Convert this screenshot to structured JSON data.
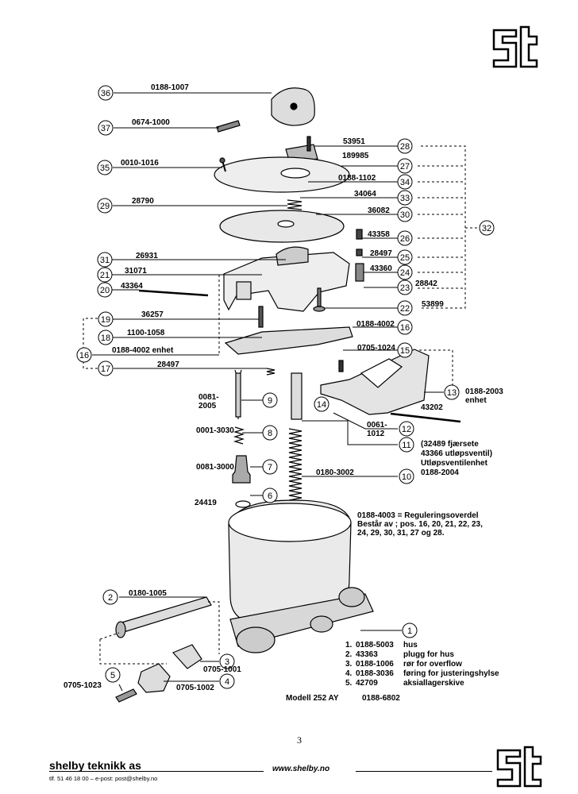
{
  "parts": [
    {
      "num": "36",
      "label": "0188-1007"
    },
    {
      "num": "37",
      "label": "0674-1000"
    },
    {
      "num": "28",
      "label": "53951"
    },
    {
      "num": "27",
      "label": "189985"
    },
    {
      "num": "34",
      "label": "0188-1102"
    },
    {
      "num": "35",
      "label": "0010-1016"
    },
    {
      "num": "33",
      "label": "34064"
    },
    {
      "num": "29",
      "label": "28790"
    },
    {
      "num": "30",
      "label": "36082"
    },
    {
      "num": "32",
      "label": ""
    },
    {
      "num": "26",
      "label": "43358"
    },
    {
      "num": "25",
      "label": "28497"
    },
    {
      "num": "31",
      "label": "26931"
    },
    {
      "num": "21",
      "label": "31071"
    },
    {
      "num": "24",
      "label": "43360"
    },
    {
      "num": "20",
      "label": "43364"
    },
    {
      "num": "23",
      "label": "28842"
    },
    {
      "num": "22",
      "label": "53899"
    },
    {
      "num": "19",
      "label": "36257"
    },
    {
      "num": "18",
      "label": "1100-1058"
    },
    {
      "num": "16",
      "label": "0188-4002"
    },
    {
      "num": "16",
      "label": "0188-4002 enhet"
    },
    {
      "num": "17",
      "label": "28497"
    },
    {
      "num": "15",
      "label": "0705-1024"
    },
    {
      "num": "13",
      "label": "0188-2003 enhet"
    },
    {
      "num": "9",
      "label": "0081-2005"
    },
    {
      "num": "14",
      "label": ""
    },
    {
      "num": "12",
      "label": "0061-1012"
    },
    {
      "num": "8",
      "label": "0001-3030"
    },
    {
      "num": "11",
      "label": "(32489 fjærsete 43366 utløpsventil) Utløpsventilenhet 0188-2004"
    },
    {
      "num": "7",
      "label": "0081-3000"
    },
    {
      "num": "10",
      "label": "0180-3002"
    },
    {
      "num": "6",
      "label": "24419"
    },
    {
      "num": "2",
      "label": "0180-1005"
    },
    {
      "num": "1",
      "label": ""
    },
    {
      "num": "3",
      "label": "0705-1001"
    },
    {
      "num": "5",
      "label": "0705-1023"
    },
    {
      "num": "4",
      "label": "0705-1002"
    }
  ],
  "loose_labels": [
    "43202"
  ],
  "assembly_note": [
    "0188-4003 = Reguleringsoverdel",
    "Består av ; pos. 16, 20, 21, 22, 23,",
    "24, 29, 30, 31, 27 og 28."
  ],
  "legend": [
    {
      "pos": "1.",
      "code": "0188-5003",
      "desc": "hus"
    },
    {
      "pos": "2.",
      "code": "43363",
      "desc": "plugg for hus"
    },
    {
      "pos": "3.",
      "code": "0188-1006",
      "desc": "rør for overflow"
    },
    {
      "pos": "4.",
      "code": "0188-3036",
      "desc": "føring for justeringshylse"
    },
    {
      "pos": "5.",
      "code": "42709",
      "desc": "aksiallagerskive"
    }
  ],
  "model": {
    "name": "Modell 252 AY",
    "code": "0188-6802"
  },
  "page_number": "3",
  "footer": {
    "company": "shelby teknikk as",
    "contact": "tlf. 51 46 18 00 – e-post: post@shelby.no",
    "website": "www.shelby.no"
  },
  "logo_text": "st"
}
